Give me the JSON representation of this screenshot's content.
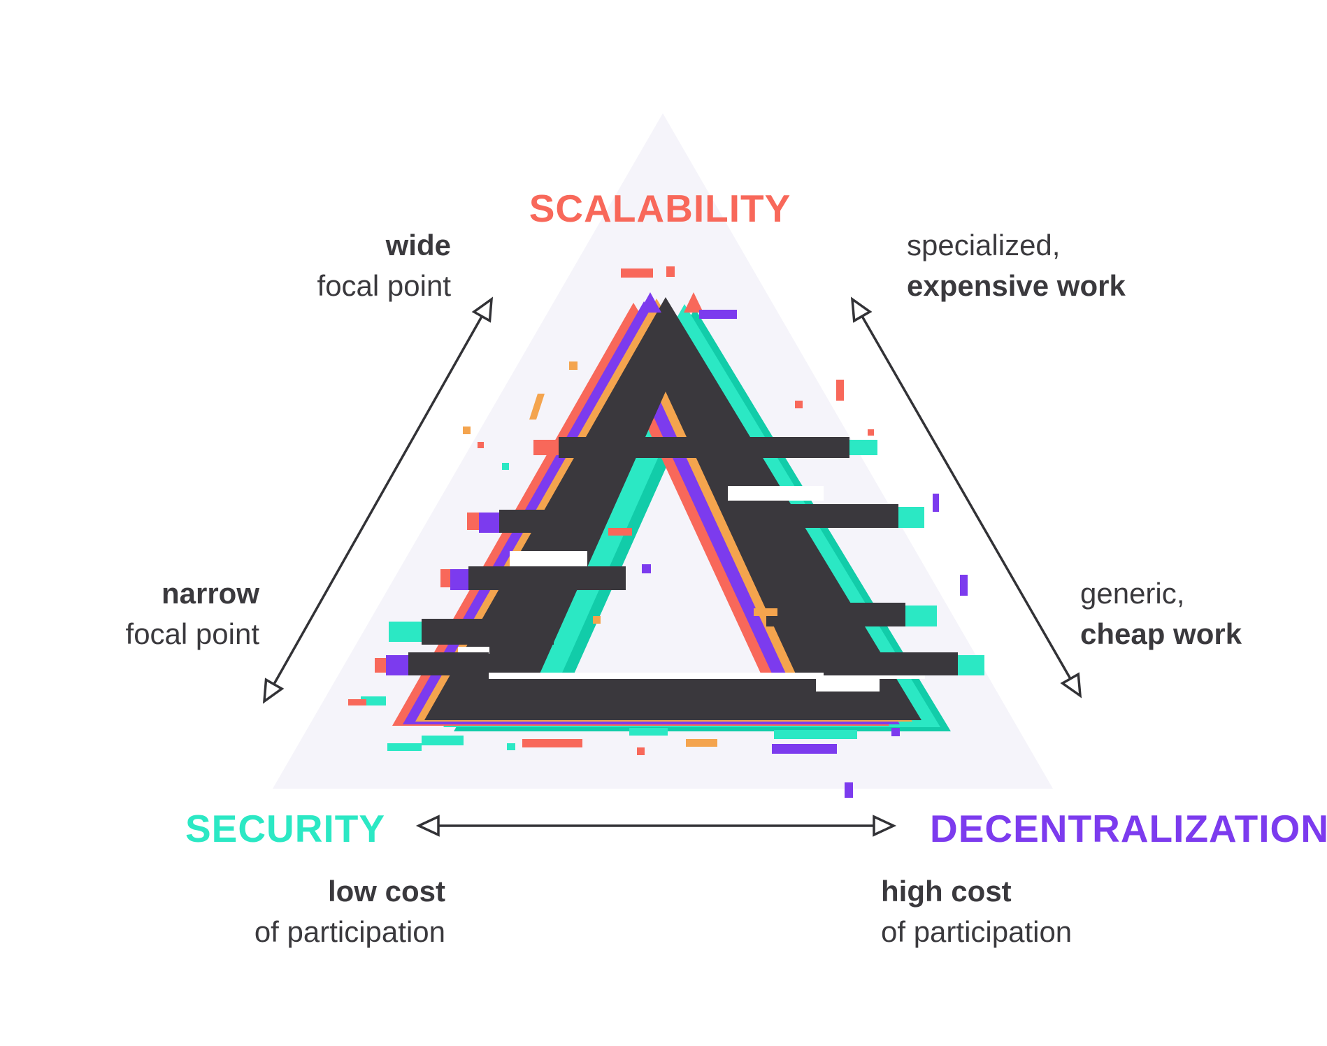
{
  "corners": {
    "top": {
      "label": "SCALABILITY"
    },
    "bottom_left": {
      "label": "SECURITY"
    },
    "bottom_right": {
      "label": "DECENTRALIZATION"
    }
  },
  "edge_labels": {
    "top_left": {
      "line1": "wide",
      "line2": "focal point"
    },
    "top_right": {
      "line1": "specialized,",
      "line2": "expensive work"
    },
    "mid_left": {
      "line1": "narrow",
      "line2": "focal point"
    },
    "mid_right": {
      "line1": "generic,",
      "line2": "cheap work"
    },
    "bottom_left": {
      "line1": "low cost",
      "line2": "of participation"
    },
    "bottom_right": {
      "line1": "high cost",
      "line2": "of participation"
    }
  },
  "colors": {
    "coral": "#F8685A",
    "teal": "#2BE8C4",
    "teal_dark": "#12CCA9",
    "purple": "#7C3BEE",
    "orange": "#F4A44E",
    "charcoal": "#3A383D",
    "triangle_bg": "#F5F4FA",
    "label_text": "#3A393D",
    "arrow": "#323236"
  }
}
